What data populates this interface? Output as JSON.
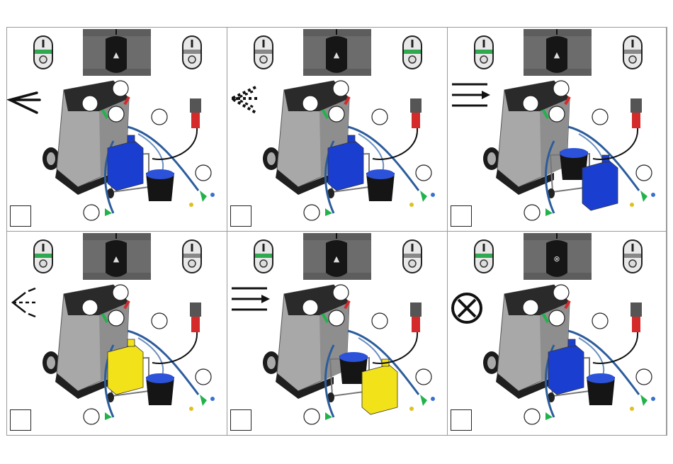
{
  "colors": {
    "green_indicator": "#2fa84f",
    "machine_grey": "#a8a8a8",
    "machine_dark": "#2a2a2a",
    "canister_blue": "#1a3fd0",
    "canister_yellow": "#f2e21a",
    "hose_blue": "#2c5d9c",
    "red_handle": "#d42a2a",
    "valve_green": "#22b24c"
  },
  "panels": [
    {
      "id": "p1",
      "symbol": "arrow-left-icon",
      "pump_state": "on",
      "canister": "blue",
      "canister_position": "on-cart",
      "indicators": [
        "green",
        "grey"
      ]
    },
    {
      "id": "p2",
      "symbol": "dotted-arrow-left-icon",
      "pump_state": "on",
      "canister": "blue",
      "canister_position": "on-cart",
      "indicators": [
        "grey",
        "green"
      ]
    },
    {
      "id": "p3",
      "symbol": "triple-arrow-right-icon",
      "pump_state": "on",
      "canister": "blue",
      "canister_position": "on-floor",
      "indicators": [
        "green",
        "grey"
      ]
    },
    {
      "id": "p4",
      "symbol": "dashed-arrow-left-icon",
      "pump_state": "on",
      "canister": "yellow",
      "canister_position": "on-cart",
      "indicators": [
        "green",
        "grey"
      ]
    },
    {
      "id": "p5",
      "symbol": "triple-arrow-right-icon",
      "pump_state": "on",
      "canister": "yellow",
      "canister_position": "on-floor",
      "indicators": [
        "green",
        "grey"
      ]
    },
    {
      "id": "p6",
      "symbol": "stop-cross-icon",
      "pump_state": "off",
      "canister": "blue",
      "canister_position": "on-cart",
      "indicators": [
        "green",
        "grey"
      ]
    }
  ]
}
